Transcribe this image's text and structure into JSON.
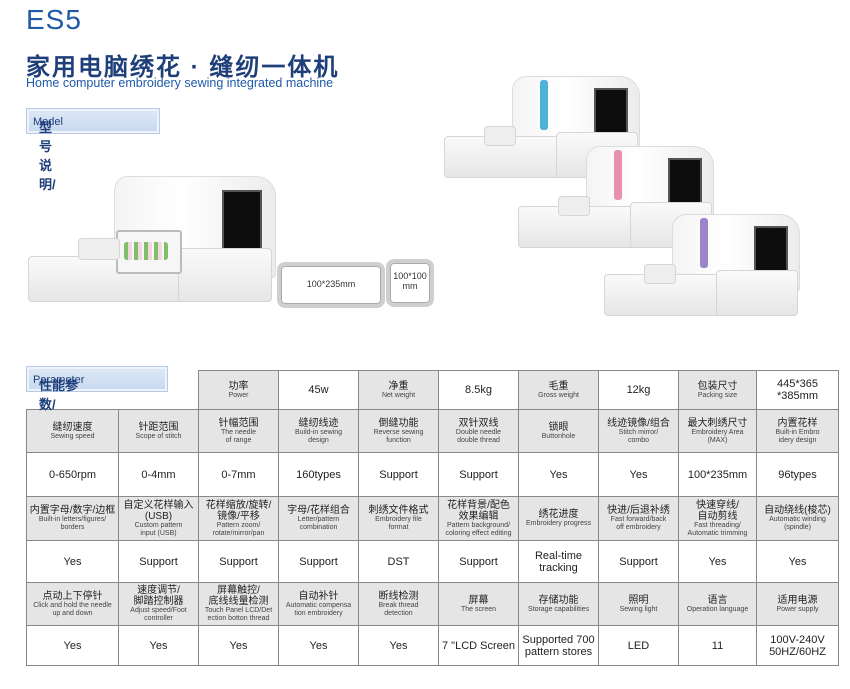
{
  "header": {
    "model": "ES5",
    "title_cn": "家用电脑绣花 · 缝纫一体机",
    "title_en": "Home computer embroidery sewing integrated machine"
  },
  "sections": {
    "model_tag_cn": "型号说明/",
    "model_tag_en": "Model",
    "param_tag_cn": "性能参数/",
    "param_tag_en": "Parameter"
  },
  "hoops": {
    "large": "100*235mm",
    "small": "100*100\nmm"
  },
  "colors": {
    "blue_accent": "#4fb3d9",
    "pink_accent": "#e98fb0",
    "purple_accent": "#9c86c9",
    "title_blue": "#1f5aa8"
  },
  "table": {
    "top_row": [
      {
        "cn": "功率",
        "en": "Power",
        "value": "45w"
      },
      {
        "cn": "净重",
        "en": "Net weight",
        "value": "8.5kg"
      },
      {
        "cn": "毛重",
        "en": "Gross weight",
        "value": "12kg"
      },
      {
        "cn": "包装尺寸",
        "en": "Packing size",
        "value": "445*365\n*385mm"
      }
    ],
    "groups": [
      {
        "headers": [
          {
            "cn": "缝纫速度",
            "en": "Sewing speed"
          },
          {
            "cn": "针距范围",
            "en": "Scope of stitch"
          },
          {
            "cn": "针幅范围",
            "en": "The needle\nof range"
          },
          {
            "cn": "缝纫线迹",
            "en": "Build-in sewing\ndesign"
          },
          {
            "cn": "倒缝功能",
            "en": "Reverse sewing\nfunction"
          },
          {
            "cn": "双针双线",
            "en": "Double needle\ndouble thread"
          },
          {
            "cn": "锁眼",
            "en": "Buttonhole"
          },
          {
            "cn": "线迹镜像/组合",
            "en": "Stitch mirror/\ncombo"
          },
          {
            "cn": "最大刺绣尺寸",
            "en": "Embroidery Area\n(MAX)"
          },
          {
            "cn": "内置花样",
            "en": "Built-in Embro\nidery design"
          }
        ],
        "values": [
          "0-650rpm",
          "0-4mm",
          "0-7mm",
          "160types",
          "Support",
          "Support",
          "Yes",
          "Yes",
          "100*235mm",
          "96types"
        ]
      },
      {
        "headers": [
          {
            "cn": "内置字母/数字/边框",
            "en": "Built-in letters/figures/\nborders"
          },
          {
            "cn": "自定义花样输入\n(USB)",
            "en": "Custom pattern\ninput (USB)"
          },
          {
            "cn": "花样缩放/旋转/\n镜像/平移",
            "en": "Pattern zoom/\nrotate/mirror/pan"
          },
          {
            "cn": "字母/花样组合",
            "en": "Letter/pattern\ncombination"
          },
          {
            "cn": "刺绣文件格式",
            "en": "Embroidery file\nformat"
          },
          {
            "cn": "花样背景/配色\n效果编辑",
            "en": "Pattern background/\ncoloring effect editing"
          },
          {
            "cn": "绣花进度",
            "en": "Embroidery progress"
          },
          {
            "cn": "快进/后退补绣",
            "en": "Fast forward/back\noff embroidery"
          },
          {
            "cn": "快速穿线/\n自动剪线",
            "en": "Fast threading/\nAutomatic trimming"
          },
          {
            "cn": "自动绕线(梭芯)",
            "en": "Automatic winding\n(spindle)"
          }
        ],
        "values": [
          "Yes",
          "Support",
          "Support",
          "Support",
          "DST",
          "Support",
          "Real-time\ntracking",
          "Support",
          "Yes",
          "Yes"
        ]
      },
      {
        "headers": [
          {
            "cn": "点动上下停针",
            "en": "Click and hold the needle\nup and down"
          },
          {
            "cn": "速度调节/\n脚踏控制器",
            "en": "Adjust speed/Foot\ncontroller"
          },
          {
            "cn": "屏幕触控/\n底线线量检测",
            "en": "Touch Panel LCD/Det\nection botton thread"
          },
          {
            "cn": "自动补针",
            "en": "Automatic compensa\ntion embroidery"
          },
          {
            "cn": "断线检测",
            "en": "Break thread\ndetection"
          },
          {
            "cn": "屏幕",
            "en": "The screen"
          },
          {
            "cn": "存储功能",
            "en": "Storage capabilities"
          },
          {
            "cn": "照明",
            "en": "Sewing light"
          },
          {
            "cn": "语言",
            "en": "Operation language"
          },
          {
            "cn": "适用电源",
            "en": "Power supply"
          }
        ],
        "values": [
          "Yes",
          "Yes",
          "Yes",
          "Yes",
          "Yes",
          "7 \"LCD Screen",
          "Supported 700\npattern stores",
          "LED",
          "11",
          "100V-240V\n50HZ/60HZ"
        ]
      }
    ]
  }
}
